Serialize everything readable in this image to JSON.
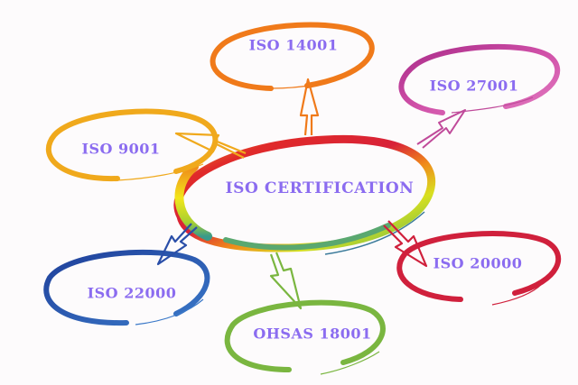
{
  "diagram": {
    "type": "hub-and-spoke mind map",
    "center": {
      "label": "ISO CERTIFICATION",
      "color": "gradient red-orange-yellow-green-teal"
    },
    "nodes": [
      {
        "id": "iso14001",
        "label": "ISO 14001",
        "color": "#f07a1a"
      },
      {
        "id": "iso27001",
        "label": "ISO 27001",
        "color": "#b9348f"
      },
      {
        "id": "iso9001",
        "label": "ISO 9001",
        "color": "#f0a91c"
      },
      {
        "id": "iso22000",
        "label": "ISO 22000",
        "color": "#2a4ea8"
      },
      {
        "id": "ohsas18001",
        "label": "OHSAS 18001",
        "color": "#7ab640"
      },
      {
        "id": "iso20000",
        "label": "ISO 20000",
        "color": "#d0203c"
      }
    ],
    "text_color": "#8b6cf0",
    "background": "#fdfbfc"
  }
}
